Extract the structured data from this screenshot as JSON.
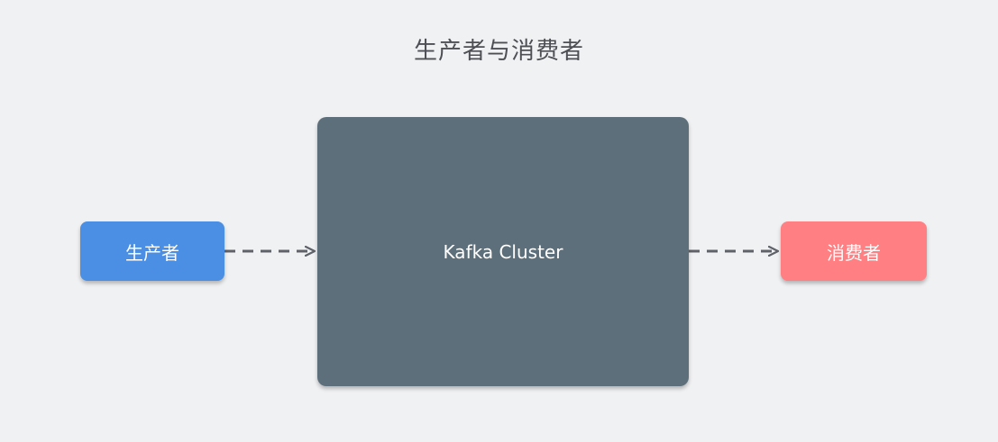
{
  "title": "生产者与消费者",
  "nodes": {
    "producer": {
      "label": "生产者",
      "color": "#4a8fe3"
    },
    "cluster": {
      "label": "Kafka Cluster",
      "color": "#5d6f7a"
    },
    "consumer": {
      "label": "消费者",
      "color": "#ff7f82"
    }
  },
  "edges": [
    {
      "from": "producer",
      "to": "cluster",
      "style": "dashed-arrow",
      "color": "#5f6268"
    },
    {
      "from": "cluster",
      "to": "consumer",
      "style": "dashed-arrow",
      "color": "#5f6268"
    }
  ]
}
